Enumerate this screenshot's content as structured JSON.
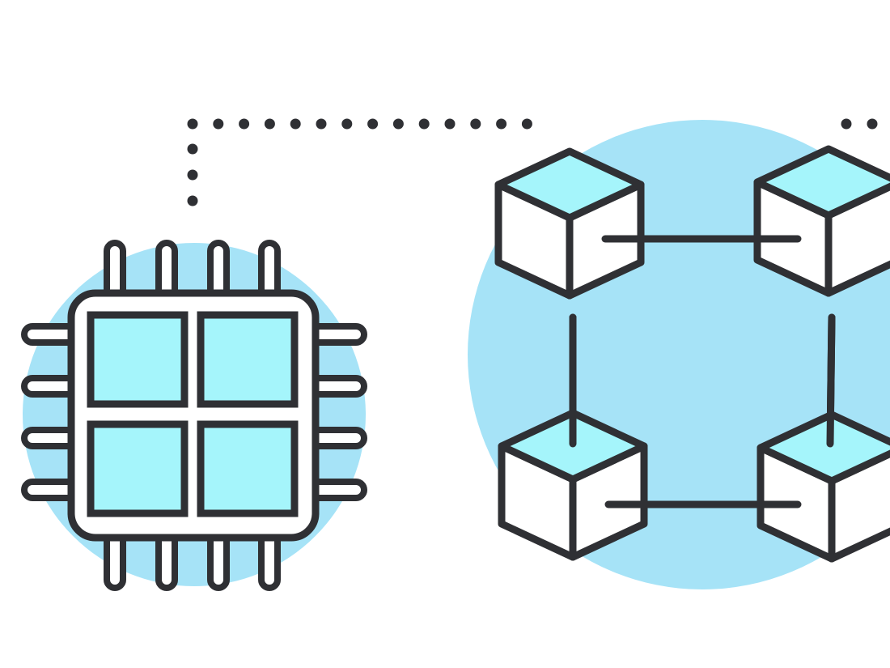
{
  "illustration": {
    "subject": "cpu-chip-connected-to-blockchain-network",
    "palette": {
      "background": "#ffffff",
      "circle_fill": "#a6e3f7",
      "tile_fill": "#a5f5fb",
      "cube_side_fill": "#ffffff",
      "outline": "#2f3034"
    },
    "icons": [
      "cpu-chip-icon",
      "blockchain-network-icon",
      "cube-icon",
      "dotted-connector"
    ],
    "chip": {
      "cores": 4,
      "pins_per_side": 4
    },
    "network": {
      "nodes": 4,
      "links": 4
    }
  }
}
